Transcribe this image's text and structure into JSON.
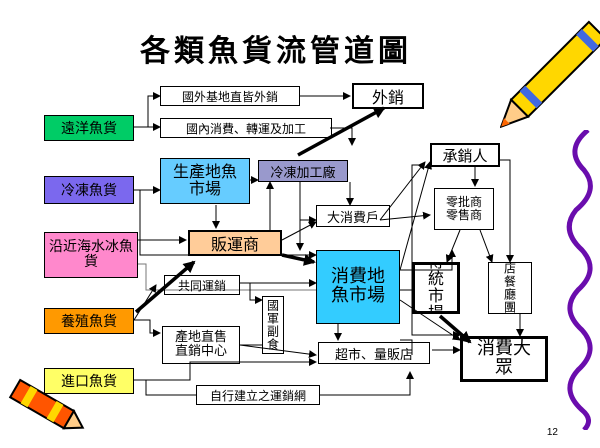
{
  "title": "各類魚貨流管道圖",
  "page_number": "12",
  "sources": {
    "distant_sea": "遠洋魚貨",
    "frozen": "冷凍魚貨",
    "coastal": "沿近海水冰魚貨",
    "aquaculture": "養殖魚貨",
    "imported": "進口魚貨"
  },
  "nodes": {
    "overseas_base": "國外基地直皆外銷",
    "export": "外銷",
    "domestic": "國內消費、轉運及加工",
    "production_market": "生產地魚市場",
    "frozen_processing": "冷凍加工廠",
    "large_consumer": "大消費戶",
    "dealer": "販運商",
    "consumption_market": "消費地魚市場",
    "joint_sales": "共同運銷",
    "direct_sales": "產地直售直銷中心",
    "national_defense": "國軍副食",
    "supermarket": "超市、量販店",
    "self_network": "自行建立之運銷網",
    "distributor": "承銷人",
    "retailers": "零批商零售商",
    "traditional_market": "傳統市場",
    "restaurants": "飯店餐廳團膳",
    "consumers": "消費大眾"
  },
  "colors": {
    "green": "#00cc66",
    "purple": "#7b68ee",
    "pink": "#ff88cc",
    "orange": "#ff9900",
    "yellow": "#ffff66",
    "light_blue": "#66ccff",
    "cyan": "#33ccff",
    "tan": "#ffcc99",
    "lavender": "#9999cc"
  }
}
